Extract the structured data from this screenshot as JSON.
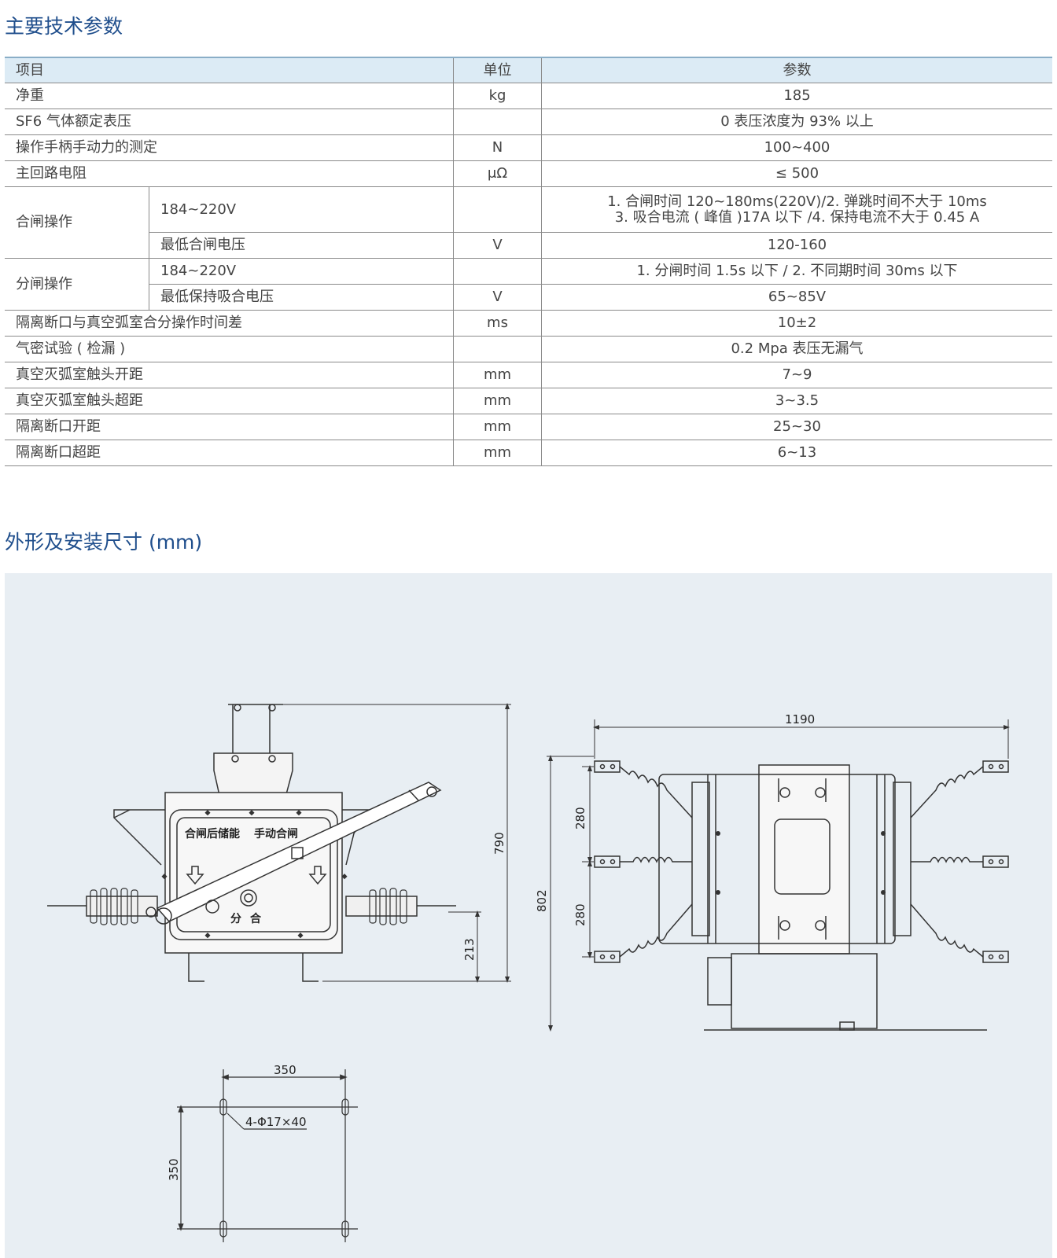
{
  "section1": {
    "title": "主要技术参数"
  },
  "table": {
    "headers": {
      "item": "项目",
      "unit": "单位",
      "value": "参数"
    },
    "rows": {
      "r1": {
        "item": "净重",
        "unit": "kg",
        "value": "185"
      },
      "r2": {
        "item": "SF6 气体额定表压",
        "unit": "",
        "value": "0 表压浓度为 93% 以上"
      },
      "r3": {
        "item": "操作手柄手动力的测定",
        "unit": "N",
        "value": "100~400"
      },
      "r4": {
        "item": "主回路电阻",
        "unit": "μΩ",
        "value": "≤ 500"
      },
      "r5": {
        "item": "合闸操作",
        "sub1": "184~220V",
        "unit1": "",
        "value1_line1": "1. 合闸时间 120~180ms(220V)/2. 弹跳时间不大于 10ms",
        "value1_line2": "3. 吸合电流 ( 峰值 )17A 以下 /4. 保持电流不大于 0.45 A",
        "sub2": "最低合闸电压",
        "unit2": "V",
        "value2": "120-160"
      },
      "r6": {
        "item": "分闸操作",
        "sub1": "184~220V",
        "unit1": "",
        "value1": "1. 分闸时间 1.5s 以下 / 2. 不同期时间 30ms 以下",
        "sub2": "最低保持吸合电压",
        "unit2": "V",
        "value2": "65~85V"
      },
      "r7": {
        "item": "隔离断口与真空弧室合分操作时间差",
        "unit": "ms",
        "value": "10±2"
      },
      "r8": {
        "item": "气密试验 ( 检漏 )",
        "unit": "",
        "value": "0.2 Mpa 表压无漏气"
      },
      "r9": {
        "item": "真空灭弧室触头开距",
        "unit": "mm",
        "value": "7~9"
      },
      "r10": {
        "item": "真空灭弧室触头超距",
        "unit": "mm",
        "value": "3~3.5"
      },
      "r11": {
        "item": "隔离断口开距",
        "unit": "mm",
        "value": "25~30"
      },
      "r12": {
        "item": "隔离断口超距",
        "unit": "mm",
        "value": "6~13"
      }
    }
  },
  "section2": {
    "title": "外形及安装尺寸 (mm)"
  },
  "drawing": {
    "front": {
      "panel_label_left": "合闸后储能",
      "panel_label_right": "手动合闸",
      "open_label": "分",
      "close_label": "合",
      "height_dim": "790",
      "base_dim": "213"
    },
    "top": {
      "width_dim": "1190",
      "height_dim": "802",
      "upper_pitch": "280",
      "lower_pitch": "280"
    },
    "mount": {
      "width_dim": "350",
      "height_dim": "350",
      "hole_spec": "4-Φ17×40"
    }
  }
}
